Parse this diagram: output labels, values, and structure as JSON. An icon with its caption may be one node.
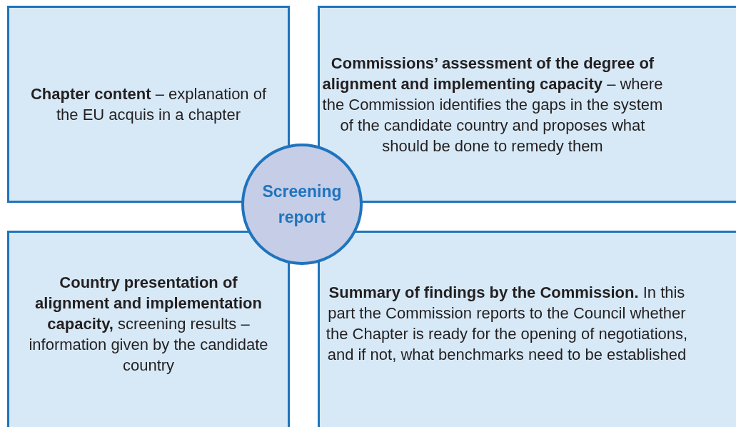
{
  "diagram": {
    "nodes": [
      {
        "text": [
          "**Chapter content** – explanation of the EU acquis in a chapter"
        ]
      },
      {
        "text": [
          "**Commissions’ assessment of the degree of alignment and implementing capacity** – where the Commission identifies the gaps in the system of the candidate country and proposes what should be done to remedy them"
        ]
      },
      {
        "text": [
          "**Country presentation of alignment and implementation capacity,** screening results – information given by the candidate country"
        ]
      },
      {
        "text": [
          "**Summary of findings by the Commission.** In this part the Commission reports to the Council whether the Chapter is ready for the opening of negotiations, and if not, what benchmarks need to be established"
        ]
      },
      {
        "text": [
          "Screening report"
        ]
      }
    ]
  }
}
